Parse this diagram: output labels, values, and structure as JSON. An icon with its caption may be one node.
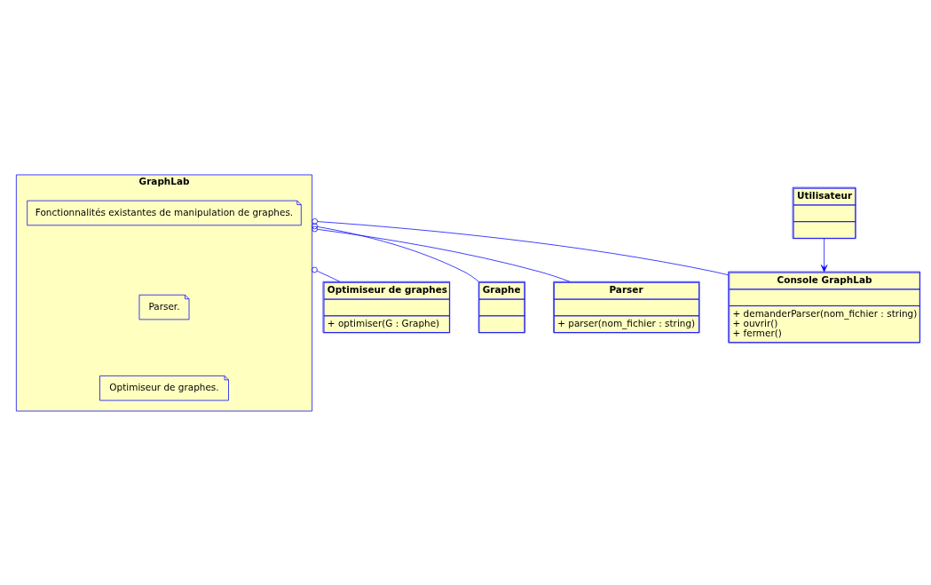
{
  "diagram": {
    "nodes": [
      {
        "text": [
          "GraphLab"
        ]
      },
      {
        "text": [
          "Fonctionnalités existantes de manipulation de graphes."
        ],
        "in": 0
      },
      {
        "text": [
          "Parser."
        ],
        "in": 0
      },
      {
        "text": [
          "Optimiseur de graphes."
        ],
        "in": 0
      },
      {
        "text": [
          "Utilisateur"
        ]
      },
      {
        "text": [
          "Console GraphLab",
          "+ demanderParser(nom_fichier : string)",
          "+ ouvrir()",
          "+ fermer()"
        ]
      },
      {
        "text": [
          "Optimiseur de graphes",
          "+ optimiser(G : Graphe)"
        ]
      },
      {
        "text": [
          "Graphe"
        ]
      },
      {
        "text": [
          "Parser",
          "+ parser(nom_fichier : string)"
        ]
      }
    ],
    "edges": [
      {
        "from": 4,
        "to": 5,
        "arrow": "to"
      },
      {
        "from": 0,
        "to": 5,
        "arrow": "other"
      },
      {
        "from": 0,
        "to": 8,
        "arrow": "other"
      },
      {
        "from": 0,
        "to": 7,
        "arrow": "other"
      },
      {
        "from": 0,
        "to": 6,
        "arrow": "other"
      }
    ]
  }
}
